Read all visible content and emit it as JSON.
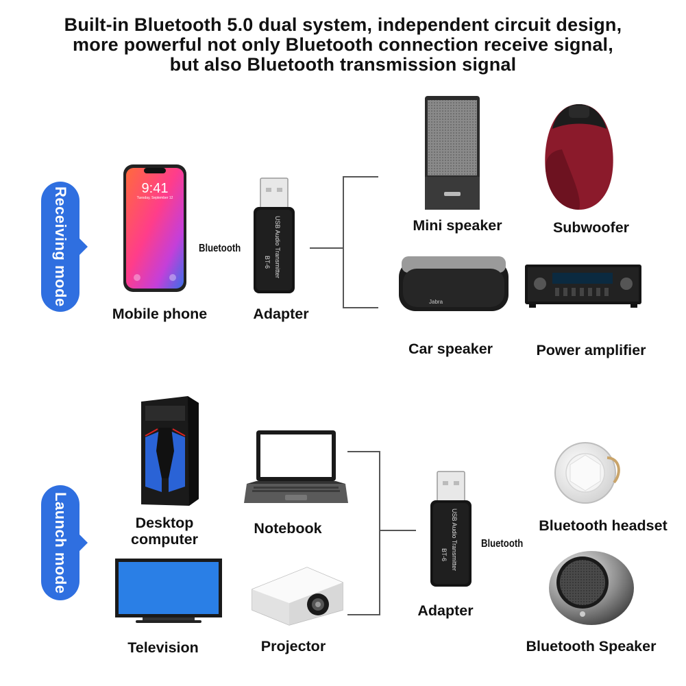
{
  "headline": {
    "line1": "Built-in Bluetooth 5.0 dual system, independent circuit design,",
    "line2": "more powerful not only Bluetooth connection receive signal,",
    "line3": "but also Bluetooth transmission signal"
  },
  "receiving": {
    "mode_label": "Receiving mode",
    "phone_label": "Mobile phone",
    "phone_time": "9:41",
    "phone_date": "Tuesday, September 12",
    "bluetooth_label": "Bluetooth",
    "adapter_label": "Adapter",
    "adapter_print": "USB Audio Transmitter",
    "adapter_model": "BT-6",
    "devices": {
      "mini_speaker": "Mini speaker",
      "subwoofer": "Subwoofer",
      "car_speaker": "Car speaker",
      "power_amplifier": "Power amplifier"
    },
    "car_speaker_brand": "Jabra"
  },
  "launch": {
    "mode_label": "Launch mode",
    "desktop_label_line1": "Desktop",
    "desktop_label_line2": "computer",
    "notebook_label": "Notebook",
    "television_label": "Television",
    "projector_label": "Projector",
    "adapter_label": "Adapter",
    "adapter_print": "USB Audio Transmitter",
    "adapter_model": "BT-6",
    "bluetooth_label": "Bluetooth",
    "headset_label": "Bluetooth headset",
    "speaker_label": "Bluetooth Speaker"
  },
  "colors": {
    "mode_pill": "#2f6fe0",
    "subwoofer": "#8b1a2b",
    "tv_screen": "#2a7fe6",
    "desktop_accent": "#2a63d6"
  }
}
